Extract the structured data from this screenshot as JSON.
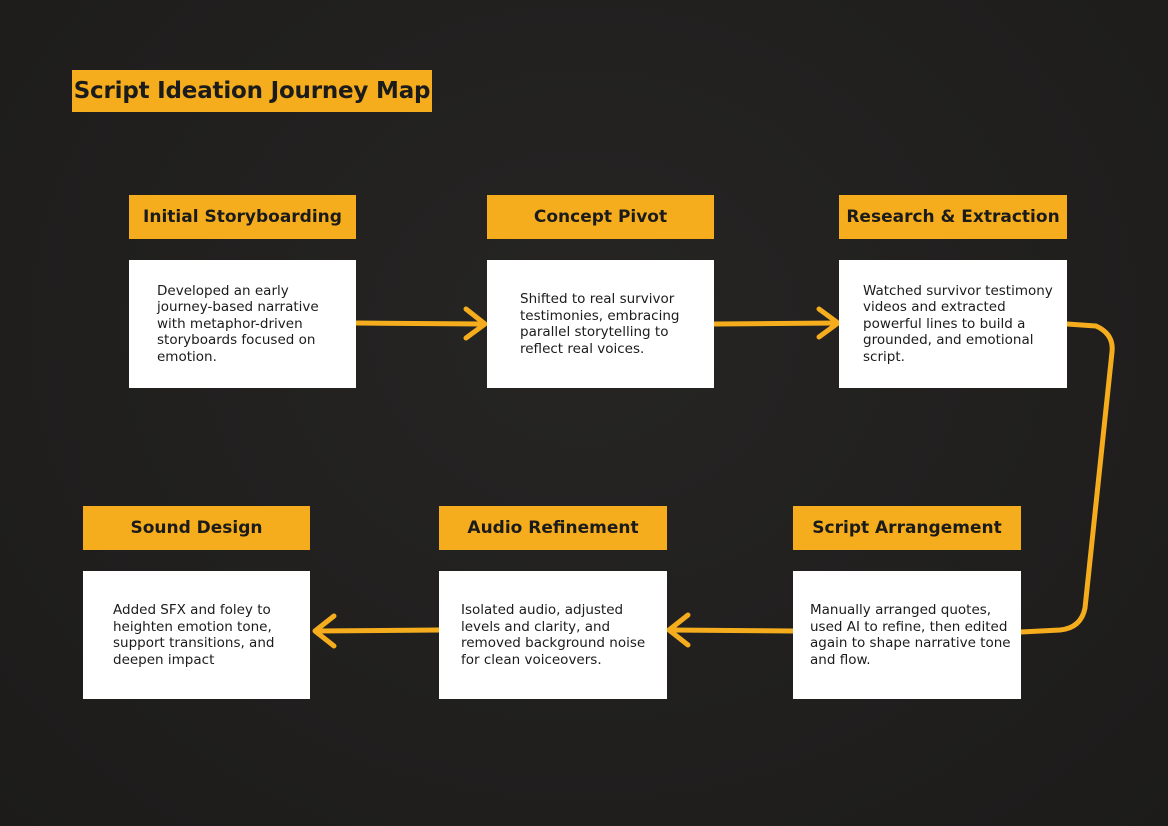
{
  "title": "Script Ideation Journey Map",
  "colors": {
    "background": "#1f1e1d",
    "accent": "#f5ad1d",
    "card": "#ffffff",
    "text": "#1b1b1b"
  },
  "steps": [
    {
      "label": "Initial Storyboarding",
      "text": "Developed an early journey-based narrative with metaphor-driven storyboards focused on emotion."
    },
    {
      "label": "Concept Pivot",
      "text": "Shifted to real survivor testimonies, embracing parallel storytelling to reflect real voices."
    },
    {
      "label": "Research & Extraction",
      "text": "Watched survivor testimony videos and extracted powerful lines to build a grounded, and emotional script."
    },
    {
      "label": "Script Arrangement",
      "text": "Manually arranged quotes, used AI to refine, then edited again to shape narrative tone and flow."
    },
    {
      "label": "Audio Refinement",
      "text": "Isolated audio, adjusted levels and clarity, and removed background noise for clean voiceovers."
    },
    {
      "label": "Sound Design",
      "text": "Added SFX and foley to heighten emotion tone, support transitions, and deepen impact"
    }
  ]
}
